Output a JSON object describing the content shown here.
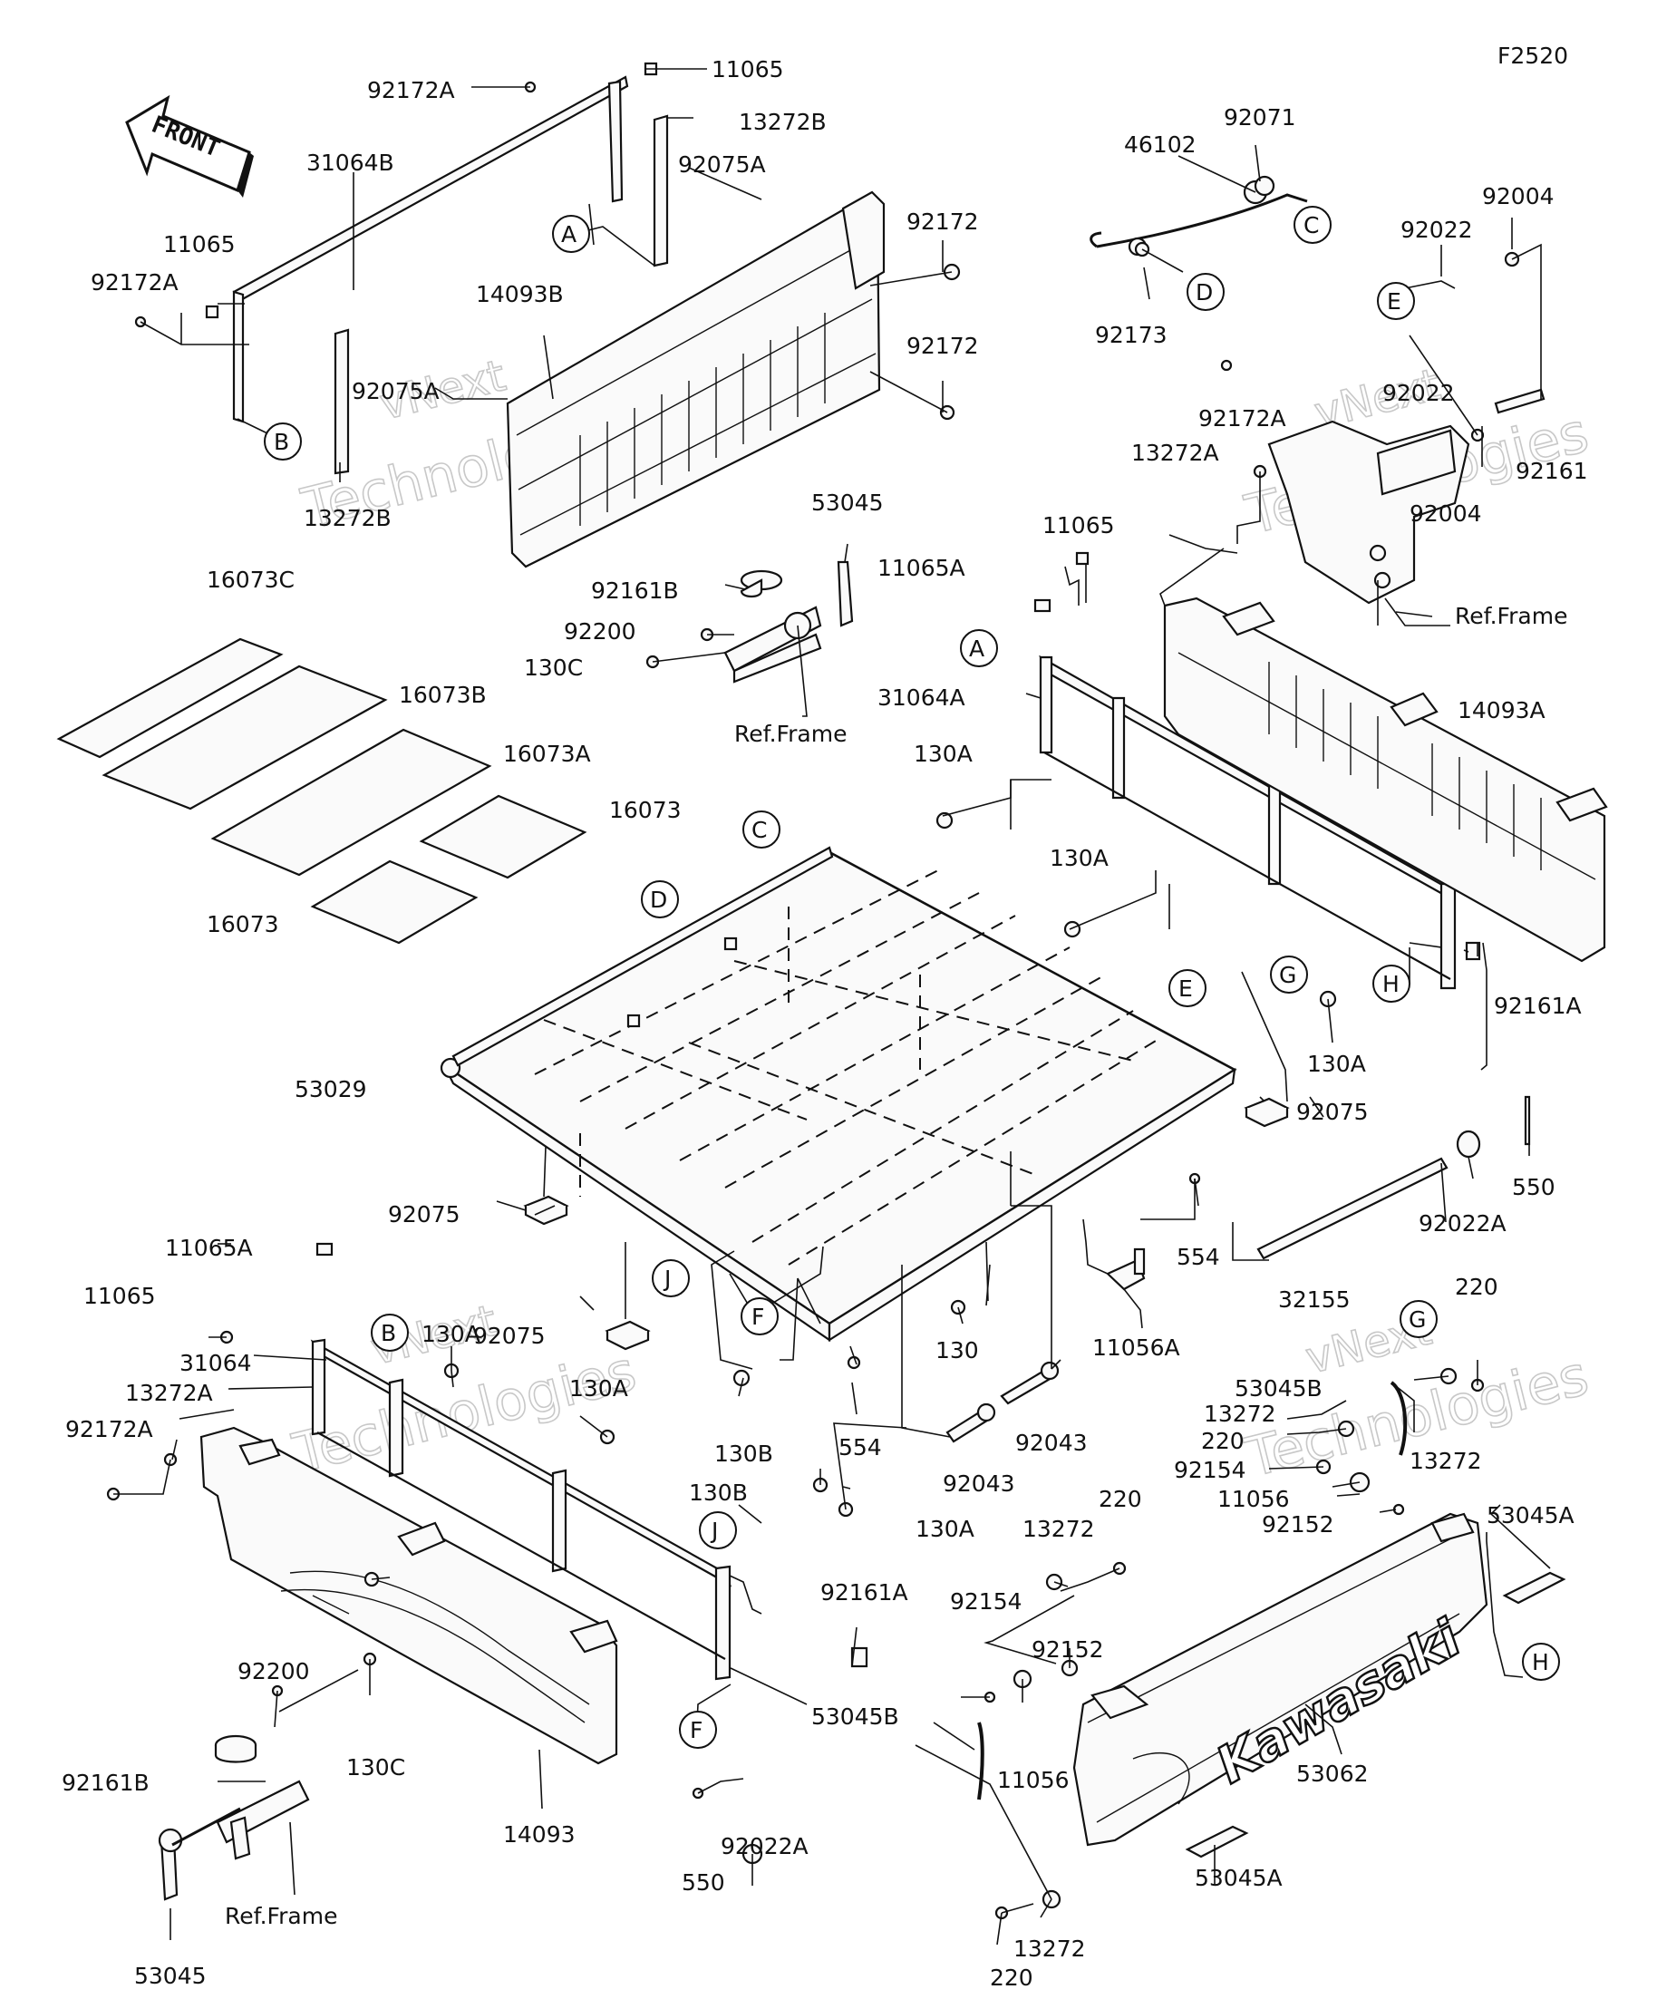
{
  "diagram_id": "F2520",
  "front_label": "FRONT",
  "watermark": {
    "line1": "vNext",
    "line2": "vNext Technologies",
    "line3": "Technologies"
  },
  "brand_text": "Kawasaki",
  "ref_frame": "Ref.Frame",
  "callouts": {
    "c_A1": "A",
    "c_A2": "A",
    "c_B1": "B",
    "c_B2": "B",
    "c_C1": "C",
    "c_C2": "C",
    "c_D1": "D",
    "c_D2": "D",
    "c_E1": "E",
    "c_E2": "E",
    "c_F1": "F",
    "c_F2": "F",
    "c_G1": "G",
    "c_G2": "G",
    "c_H1": "H",
    "c_H2": "H",
    "c_J1": "J",
    "c_J2": "J"
  },
  "labels": {
    "l_11065_a": "11065",
    "l_92172A_a": "92172A",
    "l_13272B_a": "13272B",
    "l_31064B": "31064B",
    "l_92075A_a": "92075A",
    "l_11065_b": "11065",
    "l_92172A_b": "92172A",
    "l_92172_a": "92172",
    "l_14093B": "14093B",
    "l_92075A_b": "92075A",
    "l_92172_b": "92172",
    "l_13272B_b": "13272B",
    "l_46102": "46102",
    "l_92071": "92071",
    "l_92173": "92173",
    "l_92004_a": "92004",
    "l_92022_a": "92022",
    "l_92022_b": "92022",
    "l_92172A_c": "92172A",
    "l_13272A_a": "13272A",
    "l_92161": "92161",
    "l_92004_b": "92004",
    "l_ref_frame_a": "Ref.Frame",
    "l_53045_a": "53045",
    "l_92161B_a": "92161B",
    "l_92200_a": "92200",
    "l_130C_a": "130C",
    "l_ref_frame_b": "Ref.Frame",
    "l_11065_c": "11065",
    "l_11065A_a": "11065A",
    "l_31064A": "31064A",
    "l_14093A": "14093A",
    "l_16073C": "16073C",
    "l_16073B": "16073B",
    "l_16073A": "16073A",
    "l_16073_a": "16073",
    "l_16073_b": "16073",
    "l_130A_a": "130A",
    "l_130A_b": "130A",
    "l_130A_c": "130A",
    "l_92161A_a": "92161A",
    "l_53029": "53029",
    "l_92075_a": "92075",
    "l_92075_b": "92075",
    "l_92075_c": "92075",
    "l_550_a": "550",
    "l_92022A_a": "92022A",
    "l_554_a": "554",
    "l_554_b": "554",
    "l_32155": "32155",
    "l_11065A_b": "11065A",
    "l_11065_d": "11065",
    "l_130A_d": "130A",
    "l_31064": "31064",
    "l_13272A_b": "13272A",
    "l_92172A_d": "92172A",
    "l_130B_a": "130B",
    "l_130B_b": "130B",
    "l_130": "130",
    "l_11056A": "11056A",
    "l_92043_a": "92043",
    "l_92043_b": "92043",
    "l_220_a": "220",
    "l_53045B_a": "53045B",
    "l_13272_a": "13272",
    "l_13272_b": "13272",
    "l_220_b": "220",
    "l_92154_a": "92154",
    "l_11056_a": "11056",
    "l_92152_a": "92152",
    "l_53045A_a": "53045A",
    "l_130A_e": "130A",
    "l_92161A_b": "92161A",
    "l_220_c": "220",
    "l_13272_c": "13272",
    "l_92154_b": "92154",
    "l_92152_b": "92152",
    "l_92200_b": "92200",
    "l_130C_b": "130C",
    "l_92161B_b": "92161B",
    "l_ref_frame_c": "Ref.Frame",
    "l_53045_b": "53045",
    "l_14093": "14093",
    "l_550_b": "550",
    "l_92022A_b": "92022A",
    "l_53045B_b": "53045B",
    "l_11056_b": "11056",
    "l_53062": "53062",
    "l_53045A_b": "53045A",
    "l_220_d": "220",
    "l_13272_d": "13272"
  }
}
